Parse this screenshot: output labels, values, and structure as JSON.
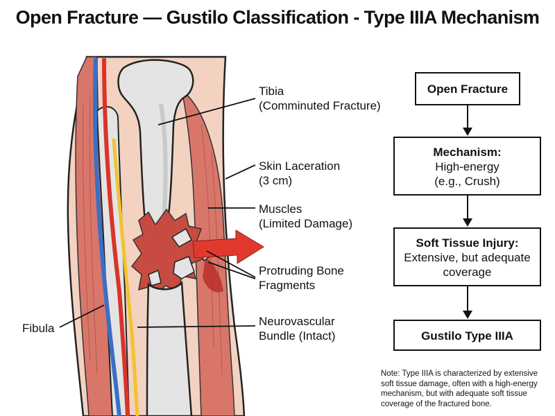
{
  "title": "Open Fracture — Gustilo Classification - Type IIIA Mechanism",
  "labels": {
    "tibia": [
      "Tibia",
      "(Comminuted Fracture)"
    ],
    "skin": [
      "Skin Laceration",
      "(3 cm)"
    ],
    "muscles": [
      "Muscles",
      "(Limited Damage)"
    ],
    "fragments": [
      "Protruding Bone",
      "Fragments"
    ],
    "neuro": [
      "Neurovascular",
      "Bundle (Intact)"
    ],
    "fibula": "Fibula"
  },
  "flowchart": {
    "box1": "Open Fracture",
    "box2": {
      "heading": "Mechanism:",
      "lines": [
        "High-energy",
        "(e.g., Crush)"
      ]
    },
    "box3": {
      "heading": "Soft Tissue Injury:",
      "lines": [
        "Extensive, but adequate",
        "coverage"
      ]
    },
    "box4": "Gustilo Type IIIA"
  },
  "note": "Note: Type IIIA is characterized by extensive soft tissue damage, often with a high-energy mechanism, but with adequate soft tissue coverage of the fractured bone.",
  "colors": {
    "skin": "#f3d2c1",
    "muscle": "#d9766a",
    "bone": "#e4e4e4",
    "artery": "#d9342b",
    "vein": "#3b6fc4",
    "nerve": "#f2c230",
    "arrow": "#e03a2f"
  }
}
